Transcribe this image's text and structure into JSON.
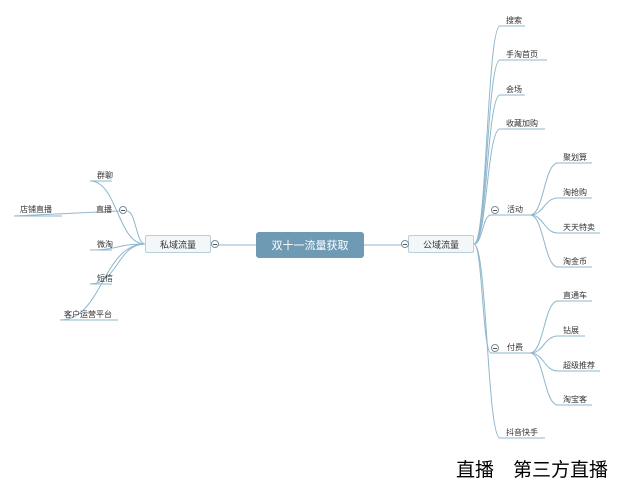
{
  "central": {
    "label": "双十一流量获取"
  },
  "left_branch": {
    "label": "私域流量",
    "children": [
      {
        "label": "群聊"
      },
      {
        "label": "直播",
        "children": [
          {
            "label": "店铺直播"
          }
        ]
      },
      {
        "label": "微淘"
      },
      {
        "label": "短信"
      },
      {
        "label": "客户运营平台"
      }
    ]
  },
  "right_branch": {
    "label": "公域流量",
    "children": [
      {
        "label": "搜索"
      },
      {
        "label": "手淘首页"
      },
      {
        "label": "会场"
      },
      {
        "label": "收藏加购"
      },
      {
        "label": "活动",
        "children": [
          {
            "label": "聚划算"
          },
          {
            "label": "淘抢购"
          },
          {
            "label": "天天特卖"
          },
          {
            "label": "淘金币"
          }
        ]
      },
      {
        "label": "付费",
        "children": [
          {
            "label": "直通车"
          },
          {
            "label": "钻展"
          },
          {
            "label": "超级推荐"
          },
          {
            "label": "淘宝客"
          }
        ]
      },
      {
        "label": "抖音快手"
      }
    ]
  },
  "caption": {
    "text": "直播　第三方直播"
  },
  "colors": {
    "central_fill": "#6f9ab3",
    "edge": "#8fb7cc",
    "main_fill": "#f3f7fa"
  }
}
